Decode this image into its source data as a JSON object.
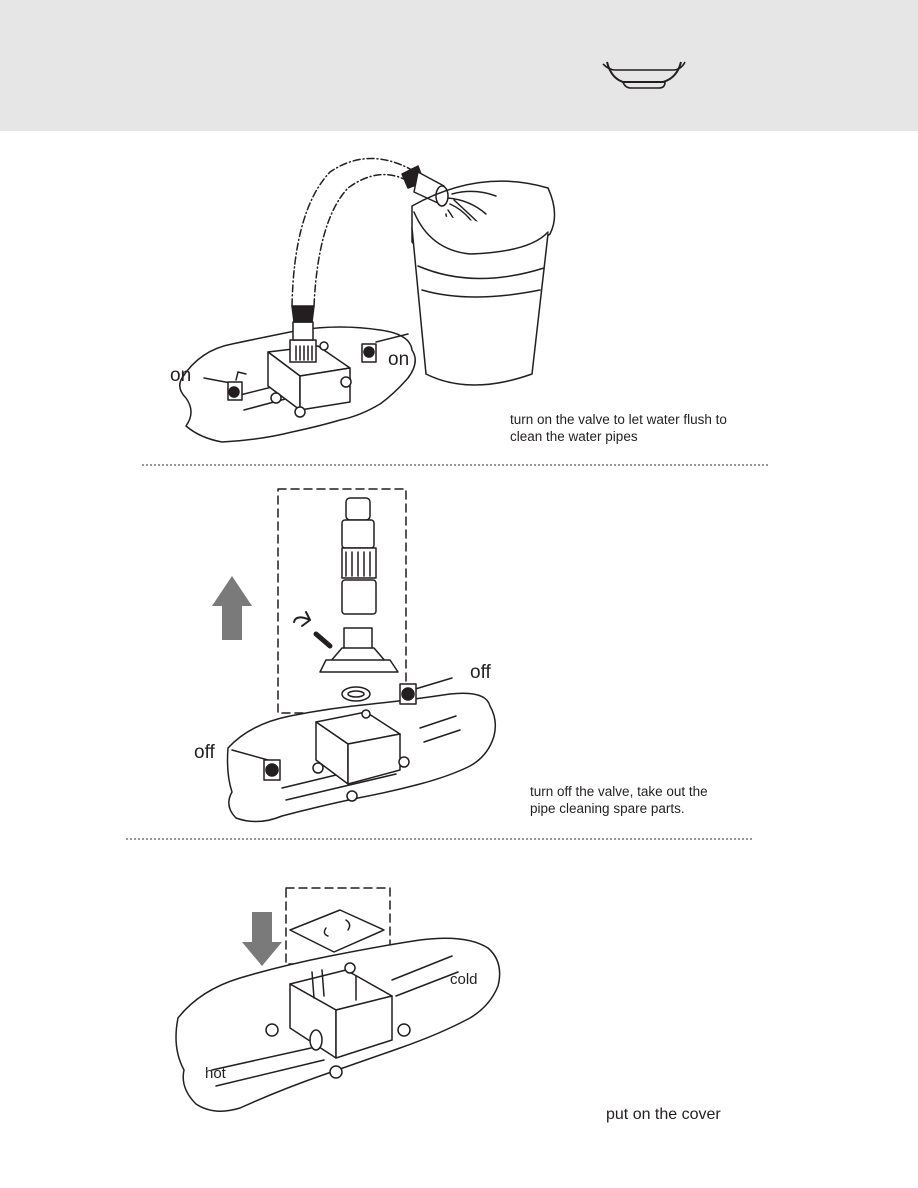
{
  "header": {
    "logo_icon": "bathtub-icon",
    "background": "#e6e6e7"
  },
  "step1": {
    "left_valve_label": "on",
    "right_valve_label": "on",
    "caption": "turn on the valve to let water flush to\nclean the water pipes"
  },
  "step2": {
    "left_valve_label": "off",
    "right_valve_label": "off",
    "caption": "turn off the valve, take out the\npipe cleaning spare parts."
  },
  "step3": {
    "cold_label": "cold",
    "hot_label": "hot",
    "caption": "put on the cover"
  }
}
